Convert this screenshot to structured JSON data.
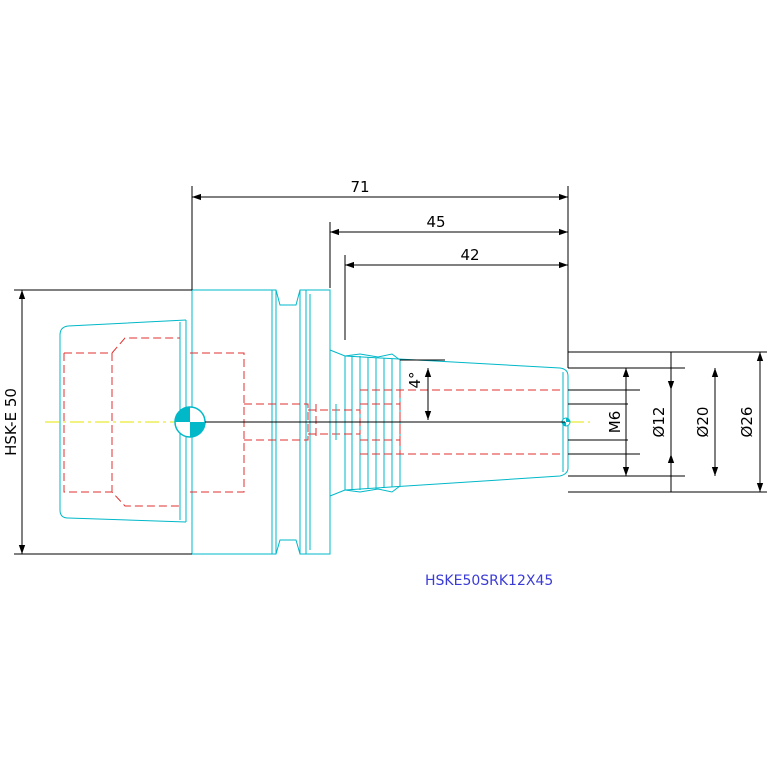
{
  "drawing": {
    "part_number": "HSKE50SRK12X45",
    "dimensions": {
      "overall_length": "71",
      "length_45": "45",
      "length_42": "42",
      "taper_angle": "4°",
      "thread": "M6",
      "dia_12": "Ø12",
      "dia_20": "Ø20",
      "dia_26": "Ø26",
      "interface": "HSK-E 50"
    },
    "colors": {
      "outline": "#00b8c8",
      "hidden": "#e03030",
      "dimension": "#000000",
      "centerline": "#e6e600",
      "label": "#3b3bd6"
    }
  }
}
